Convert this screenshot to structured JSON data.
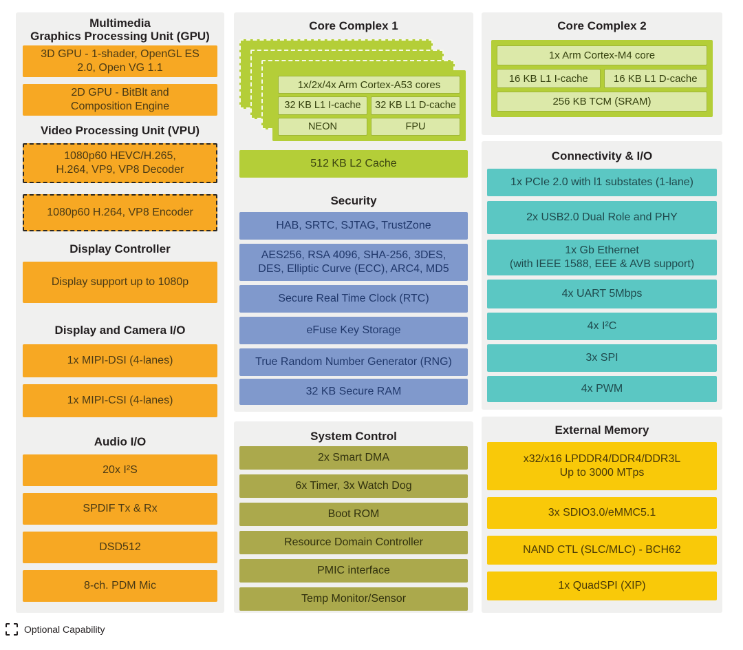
{
  "colors": {
    "orange": "#F7A823",
    "green": "#B4CE38",
    "green_light": "#DCE9A9",
    "blue": "#8099CC",
    "teal": "#5BC7C3",
    "olive": "#ABA94C",
    "yellow": "#F9C909",
    "panel_bg": "#F0F0EF",
    "heading_text": "#231F20"
  },
  "legend": {
    "label": "Optional Capability"
  },
  "left": {
    "multimedia": {
      "title": "Multimedia\nGraphics Processing Unit (GPU)",
      "blocks": [
        "3D GPU - 1-shader, OpenGL ES\n2.0, Open VG 1.1",
        "2D GPU - BitBlt and\nComposition Engine"
      ]
    },
    "vpu": {
      "title": "Video Processing Unit (VPU)",
      "optional_blocks": [
        "1080p60 HEVC/H.265,\nH.264, VP9, VP8 Decoder",
        "1080p60 H.264, VP8 Encoder"
      ]
    },
    "display_controller": {
      "title": "Display Controller",
      "blocks": [
        "Display support up to 1080p"
      ]
    },
    "display_camera_io": {
      "title": "Display and Camera I/O",
      "blocks": [
        "1x MIPI-DSI (4-lanes)",
        "1x MIPI-CSI (4-lanes)"
      ]
    },
    "audio_io": {
      "title": "Audio I/O",
      "blocks": [
        "20x I²S",
        "SPDIF Tx & Rx",
        "DSD512",
        "8-ch. PDM Mic"
      ]
    }
  },
  "middle": {
    "core_complex_1": {
      "title": "Core Complex 1",
      "card": {
        "row1": "1x/2x/4x Arm Cortex-A53 cores",
        "row2a": "32 KB L1 I-cache",
        "row2b": "32 KB L1 D-cache",
        "row3a": "NEON",
        "row3b": "FPU"
      },
      "l2_cache": "512 KB L2 Cache"
    },
    "security": {
      "title": "Security",
      "blocks": [
        "HAB, SRTC, SJTAG, TrustZone",
        "AES256, RSA 4096, SHA-256, 3DES,\nDES, Elliptic Curve (ECC), ARC4, MD5",
        "Secure Real Time Clock (RTC)",
        "eFuse Key Storage",
        "True Random Number Generator (RNG)",
        "32 KB Secure RAM"
      ]
    },
    "system_control": {
      "title": "System Control",
      "blocks": [
        "2x Smart DMA",
        "6x Timer, 3x Watch Dog",
        "Boot ROM",
        "Resource Domain Controller",
        "PMIC interface",
        "Temp Monitor/Sensor"
      ]
    }
  },
  "right": {
    "core_complex_2": {
      "title": "Core Complex 2",
      "card": {
        "row1": "1x Arm Cortex-M4 core",
        "row2a": "16 KB L1 I-cache",
        "row2b": "16 KB L1 D-cache",
        "row3": "256 KB TCM (SRAM)"
      }
    },
    "connectivity": {
      "title": "Connectivity & I/O",
      "blocks": [
        "1x PCIe 2.0 with l1 substates (1-lane)",
        "2x USB2.0 Dual Role and PHY",
        "1x Gb Ethernet\n(with IEEE 1588, EEE & AVB support)",
        "4x UART 5Mbps",
        "4x I²C",
        "3x SPI",
        "4x PWM"
      ]
    },
    "external_memory": {
      "title": "External Memory",
      "blocks": [
        "x32/x16 LPDDR4/DDR4/DDR3L\nUp to 3000 MTps",
        "3x SDIO3.0/eMMC5.1",
        "NAND CTL (SLC/MLC) - BCH62",
        "1x QuadSPI (XIP)"
      ]
    }
  }
}
